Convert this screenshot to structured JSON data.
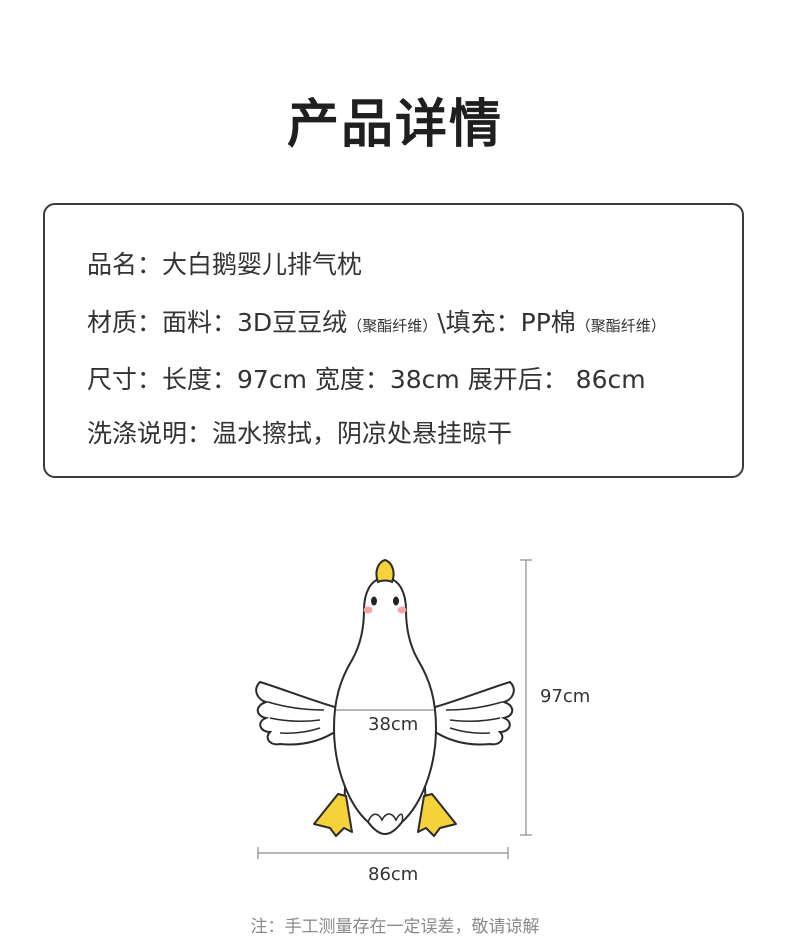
{
  "title": "产品详情",
  "spec": {
    "row1": {
      "label": "品名：",
      "value": "大白鹅婴儿排气枕"
    },
    "row2": {
      "label": "材质：",
      "fabric": "面料：3D豆豆绒",
      "fabric_note": "（聚酯纤维）",
      "sep": "\\填充：PP棉",
      "fill_note": "（聚酯纤维）"
    },
    "row3": {
      "label": "尺寸：",
      "value": "长度：97cm  宽度：38cm  展开后：  86cm"
    },
    "row4": {
      "label": "洗涤说明：",
      "value": "温水擦拭，阴凉处悬挂晾干"
    }
  },
  "dimensions": {
    "length": "97cm",
    "width": "38cm",
    "span": "86cm"
  },
  "note": "注：手工测量存在一定误差，敬请谅解",
  "colors": {
    "beak": "#f6d23a",
    "feet": "#f6d23a",
    "cheek": "#f4a3a8",
    "outline": "#2b2b2b"
  }
}
